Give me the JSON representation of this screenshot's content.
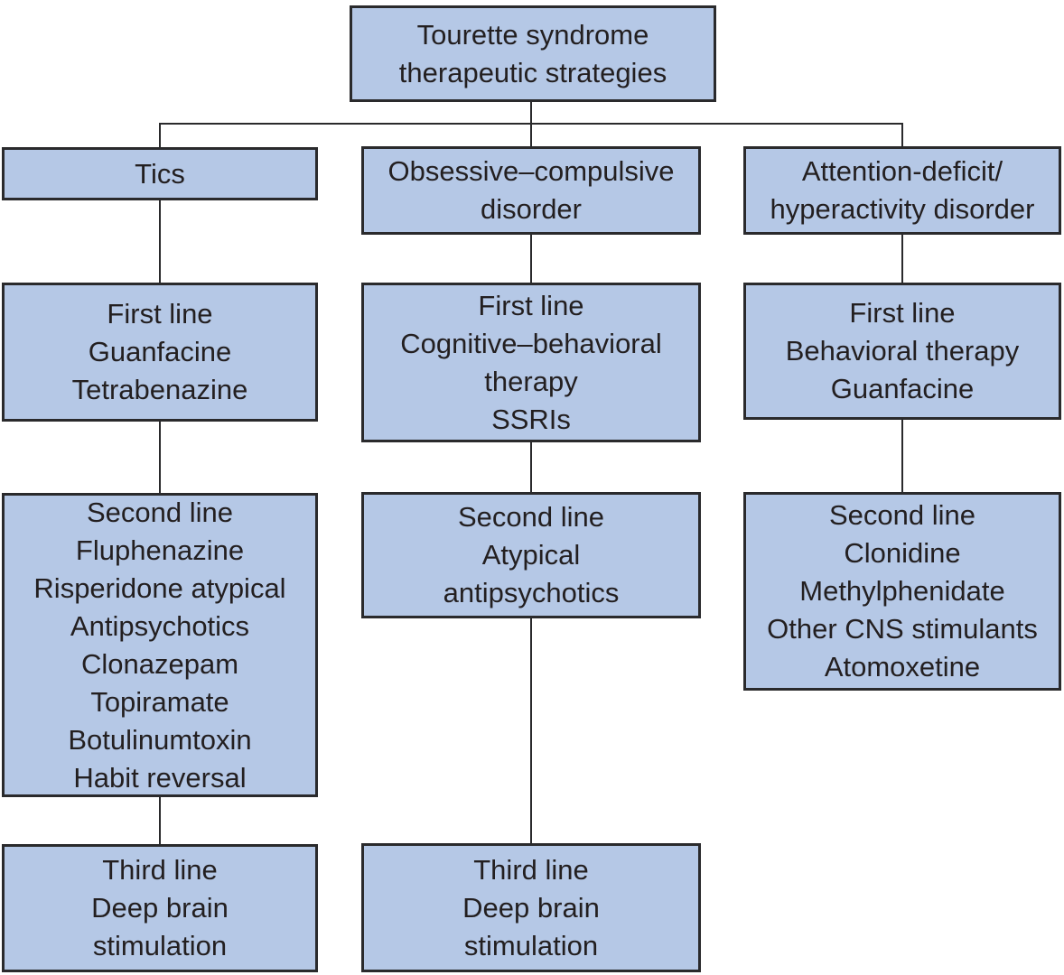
{
  "diagram": {
    "type": "flowchart",
    "title": "Tourette syndrome therapeutic strategies",
    "colors": {
      "box_fill": "#b5c8e6",
      "box_border": "#2a2a2c",
      "connector": "#2a2a2c",
      "text": "#231f20",
      "background": "#ffffff"
    },
    "nodes": {
      "root": {
        "lines": [
          "Tourette syndrome",
          "therapeutic strategies"
        ]
      },
      "tics": {
        "lines": [
          "Tics"
        ]
      },
      "ocd": {
        "lines": [
          "Obsessive–compulsive",
          "disorder"
        ]
      },
      "adhd": {
        "lines": [
          "Attention-deficit/",
          "hyperactivity disorder"
        ]
      },
      "tics_first": {
        "lines": [
          "First line",
          "Guanfacine",
          "Tetrabenazine"
        ]
      },
      "ocd_first": {
        "lines": [
          "First line",
          "Cognitive–behavioral",
          "therapy",
          "SSRIs"
        ]
      },
      "adhd_first": {
        "lines": [
          "First line",
          "Behavioral therapy",
          "Guanfacine"
        ]
      },
      "tics_second": {
        "lines": [
          "Second line",
          "Fluphenazine",
          "Risperidone atypical",
          "Antipsychotics",
          "Clonazepam",
          "Topiramate",
          "Botulinumtoxin",
          "Habit reversal"
        ]
      },
      "ocd_second": {
        "lines": [
          "Second line",
          "Atypical",
          "antipsychotics"
        ]
      },
      "adhd_second": {
        "lines": [
          "Second line",
          "Clonidine",
          "Methylphenidate",
          "Other CNS stimulants",
          "Atomoxetine"
        ]
      },
      "tics_third": {
        "lines": [
          "Third line",
          "Deep brain",
          "stimulation"
        ]
      },
      "ocd_third": {
        "lines": [
          "Third line",
          "Deep brain",
          "stimulation"
        ]
      }
    },
    "edges": [
      "root->tics",
      "root->ocd",
      "root->adhd",
      "tics->tics_first",
      "tics_first->tics_second",
      "tics_second->tics_third",
      "ocd->ocd_first",
      "ocd_first->ocd_second",
      "ocd_second->ocd_third",
      "adhd->adhd_first",
      "adhd_first->adhd_second"
    ]
  }
}
